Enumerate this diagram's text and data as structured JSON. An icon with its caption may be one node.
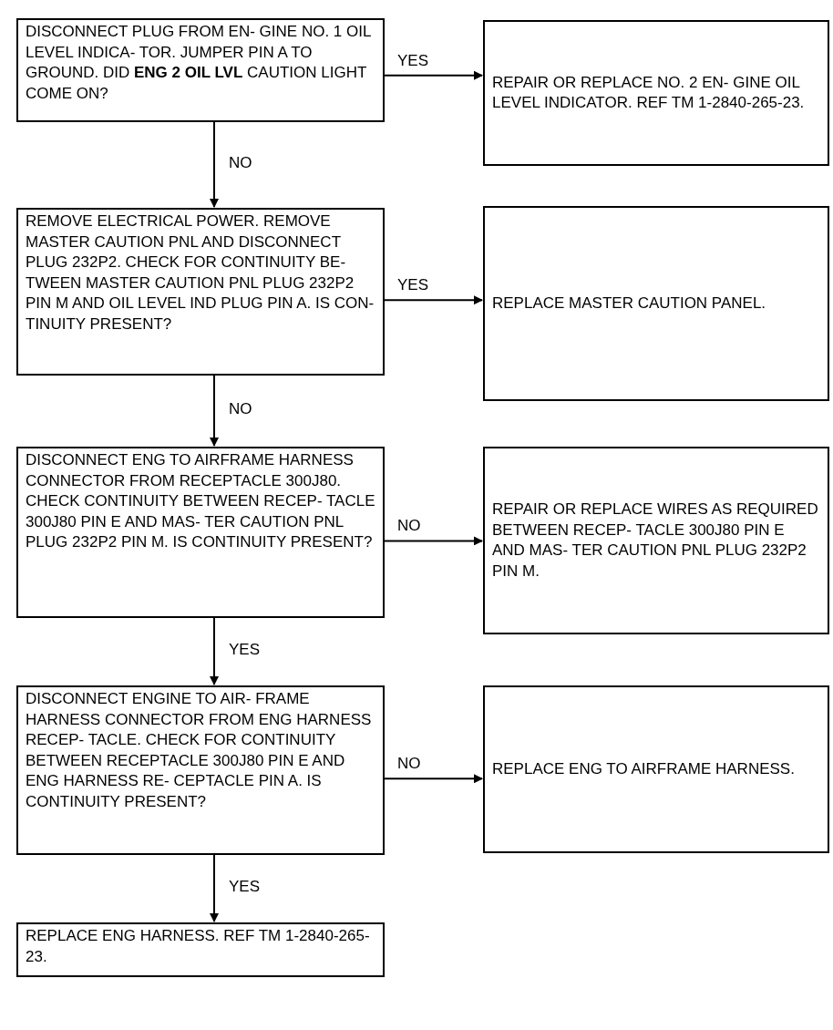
{
  "diagram": {
    "nodes": [
      {
        "text": [
          "DISCONNECT PLUG FROM EN- GINE NO. 1 OIL LEVEL INDICA- TOR. JUMPER PIN A TO GROUND. DID **ENG 2 OIL LVL** CAUTION LIGHT COME ON?"
        ]
      },
      {
        "text": [
          "REPAIR OR REPLACE NO. 2 EN- GINE OIL LEVEL INDICATOR. REF TM 1-2840-265-23."
        ]
      },
      {
        "text": [
          "REMOVE ELECTRICAL POWER. REMOVE MASTER CAUTION PNL AND DISCONNECT PLUG 232P2. CHECK FOR CONTINUITY BE- TWEEN MASTER CAUTION PNL PLUG 232P2 PIN M AND OIL LEVEL IND PLUG PIN A. IS CON- TINUITY PRESENT?"
        ]
      },
      {
        "text": [
          "REPLACE MASTER CAUTION PANEL."
        ]
      },
      {
        "text": [
          "DISCONNECT ENG TO AIRFRAME HARNESS CONNECTOR FROM RECEPTACLE 300J80. CHECK CONTINUITY BETWEEN RECEP- TACLE 300J80 PIN E AND MAS- TER CAUTION PNL PLUG 232P2 PIN M. IS CONTINUITY PRESENT?"
        ]
      },
      {
        "text": [
          "REPAIR OR REPLACE WIRES AS REQUIRED BETWEEN RECEP- TACLE 300J80 PIN E AND MAS- TER CAUTION PNL PLUG 232P2 PIN M."
        ]
      },
      {
        "text": [
          "DISCONNECT ENGINE TO AIR- FRAME HARNESS CONNECTOR FROM ENG HARNESS RECEP- TACLE. CHECK FOR CONTINUITY BETWEEN RECEPTACLE 300J80 PIN E AND ENG HARNESS RE- CEPTACLE PIN A. IS CONTINUITY PRESENT?"
        ]
      },
      {
        "text": [
          "REPLACE ENG TO AIRFRAME HARNESS."
        ]
      },
      {
        "text": [
          "REPLACE ENG HARNESS. REF TM 1-2840-265-23."
        ]
      }
    ],
    "edges": [
      {
        "from": 0,
        "to": 1,
        "arrow": "to",
        "label": "YES"
      },
      {
        "from": 0,
        "to": 2,
        "arrow": "to",
        "label": "NO"
      },
      {
        "from": 2,
        "to": 3,
        "arrow": "to",
        "label": "YES"
      },
      {
        "from": 2,
        "to": 4,
        "arrow": "to",
        "label": "NO"
      },
      {
        "from": 4,
        "to": 5,
        "arrow": "to",
        "label": "NO"
      },
      {
        "from": 4,
        "to": 6,
        "arrow": "to",
        "label": "YES"
      },
      {
        "from": 6,
        "to": 7,
        "arrow": "to",
        "label": "NO"
      },
      {
        "from": 6,
        "to": 8,
        "arrow": "to",
        "label": "YES"
      }
    ]
  }
}
